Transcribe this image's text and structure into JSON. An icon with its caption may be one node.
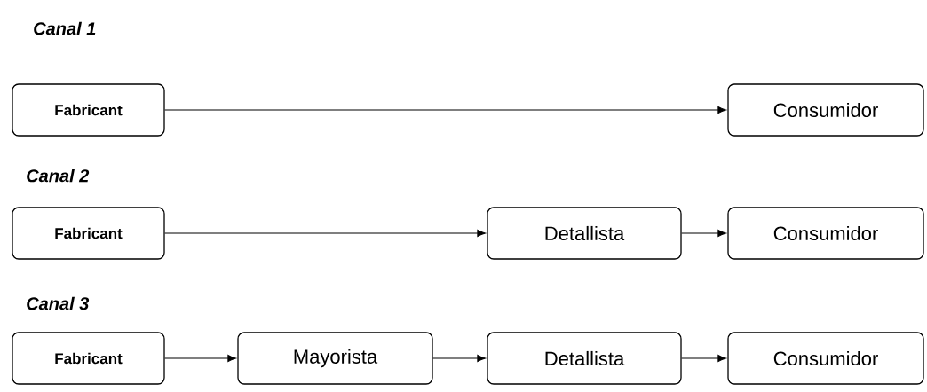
{
  "diagram": {
    "nodes": [
      {
        "text": [
          "Fabricant"
        ]
      },
      {
        "text": [
          "Consumidor"
        ]
      },
      {
        "text": [
          "Fabricant"
        ]
      },
      {
        "text": [
          "Detallista"
        ]
      },
      {
        "text": [
          "Consumidor"
        ]
      },
      {
        "text": [
          "Fabricant"
        ]
      },
      {
        "text": [
          "Mayorista"
        ]
      },
      {
        "text": [
          "Detallista"
        ]
      },
      {
        "text": [
          "Consumidor"
        ]
      }
    ],
    "edges": [
      {
        "from": 0,
        "to": 1,
        "arrow": "to"
      },
      {
        "from": 2,
        "to": 3,
        "arrow": "to"
      },
      {
        "from": 3,
        "to": 4,
        "arrow": "to"
      },
      {
        "from": 5,
        "to": 6,
        "arrow": "to"
      },
      {
        "from": 6,
        "to": 7,
        "arrow": "to"
      },
      {
        "from": 7,
        "to": 8,
        "arrow": "to"
      }
    ],
    "labels": [
      "Canal 1",
      "Canal 2",
      "Canal 3"
    ]
  }
}
